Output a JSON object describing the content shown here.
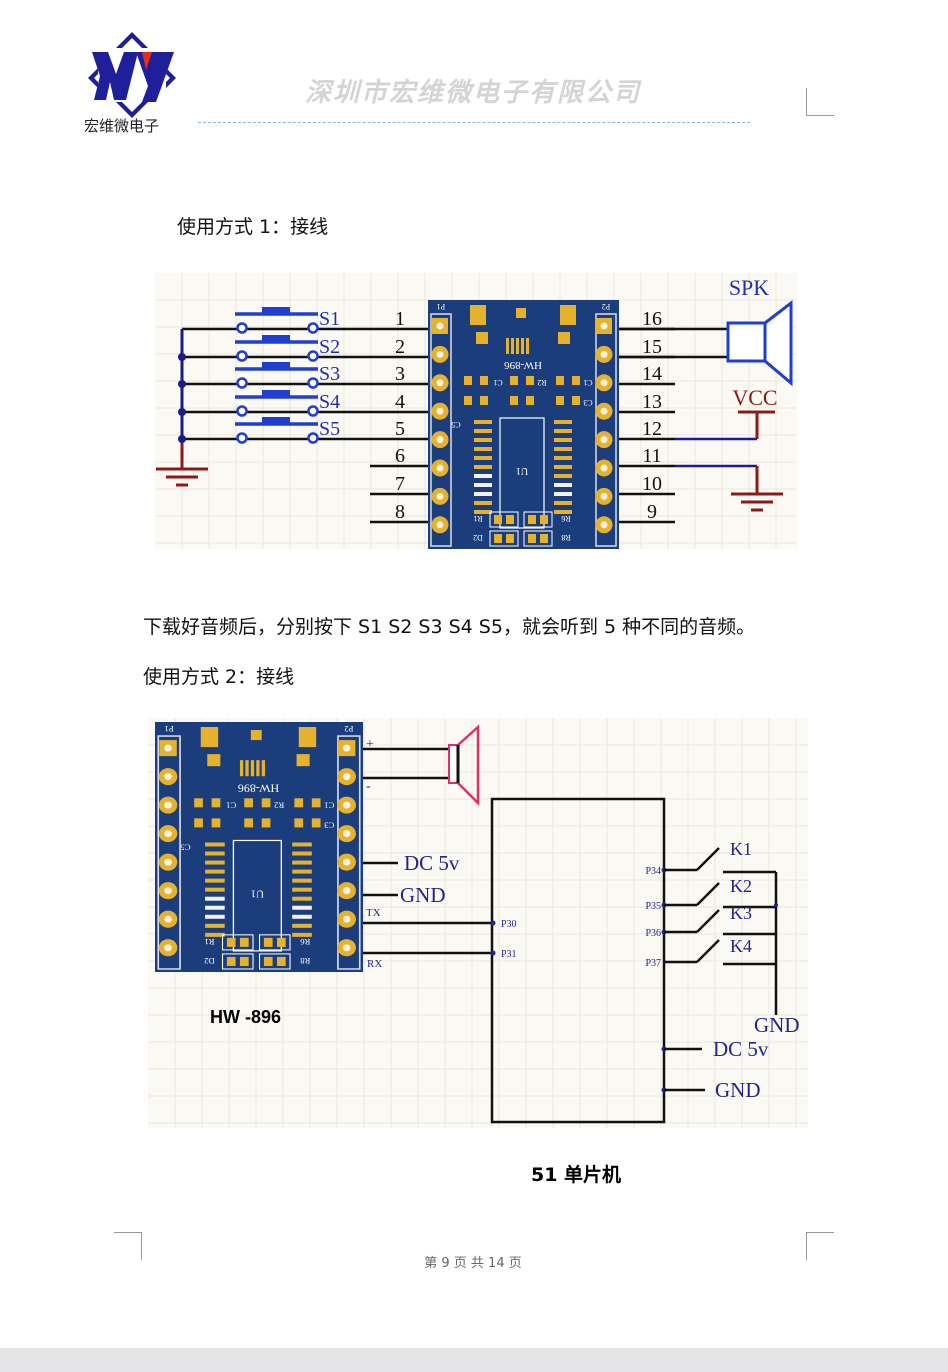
{
  "header": {
    "logo_text": "宏维微电子",
    "company_name": "深圳市宏维微电子有限公司",
    "colors": {
      "logo_blue": "#1f1f9c",
      "logo_red": "#e0301e",
      "rule": "#8ab6dc"
    }
  },
  "section1": {
    "heading": "使用方式 1：接线",
    "diagram": {
      "switch_labels": [
        "S1",
        "S2",
        "S3",
        "S4",
        "S5"
      ],
      "left_pin_numbers": [
        "1",
        "2",
        "3",
        "4",
        "5",
        "6",
        "7",
        "8"
      ],
      "right_pin_numbers": [
        "16",
        "15",
        "14",
        "13",
        "12",
        "11",
        "10",
        "9"
      ],
      "speaker_label": "SPK",
      "vcc_label": "VCC"
    }
  },
  "paragraph": "下载好音频后，分别按下 S1 S2 S3 S4 S5，就会听到 5 种不同的音频。",
  "section2": {
    "heading": "使用方式 2：接线",
    "diagram": {
      "speaker_plus": "+",
      "speaker_minus": "-",
      "module_dc": "DC 5v",
      "module_gnd": "GND",
      "tx": "TX",
      "rx": "RX",
      "mcu_pins_left": [
        "P30",
        "P31"
      ],
      "mcu_pins_right": [
        "P34",
        "P35",
        "P36",
        "P37"
      ],
      "keys": [
        "K1",
        "K2",
        "K3",
        "K4"
      ],
      "keys_gnd": "GND",
      "mcu_dc": "DC 5v",
      "mcu_gnd": "GND",
      "module_caption": "HW -896",
      "mcu_caption": "51 单片机"
    }
  },
  "pcb": {
    "model": "HW-896",
    "labels": {
      "p1": "P1",
      "p2": "P2",
      "u1": "U1",
      "r1": "R1",
      "r6": "R6",
      "d2": "D2",
      "r8": "R8",
      "c5": "C5",
      "c1": "C1",
      "c3": "C3",
      "r2": "R2"
    },
    "colors": {
      "board": "#1b3d7c",
      "pad": "#e6b22e"
    }
  },
  "footer": {
    "page_text": "第 9 页 共 14 页"
  }
}
